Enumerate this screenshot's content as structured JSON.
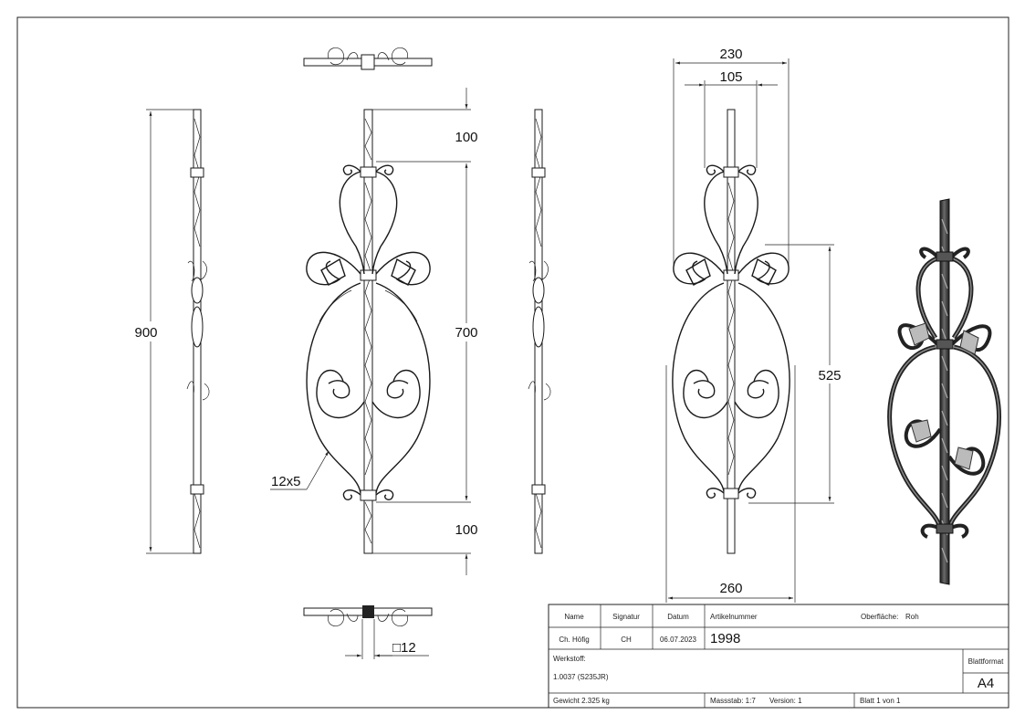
{
  "dimensions": {
    "total_height": "900",
    "top_offset": "100",
    "bottom_offset": "100",
    "inner_height": "700",
    "right_height": "525",
    "width_outer": "230",
    "width_inner": "105",
    "width_total": "260",
    "flat_bar": "12x5",
    "square_bar": "□12"
  },
  "title_block": {
    "name_label": "Name",
    "signature_label": "Signatur",
    "date_label": "Datum",
    "article_label": "Artikelnummer",
    "surface_label": "Oberfläche:",
    "surface_value": "Roh",
    "name_value": "Ch. Höfig",
    "signature_value": "CH",
    "date_value": "06.07.2023",
    "article_value": "1998",
    "material_label": "Werkstoff:",
    "material_value": "1.0037 (S235JR)",
    "format_label": "Blattformat",
    "format_value": "A4",
    "weight": "Gewicht 2.325 kg",
    "scale": "Massstab: 1:7",
    "version": "Version: 1",
    "sheet": "Blatt 1 von 1"
  }
}
